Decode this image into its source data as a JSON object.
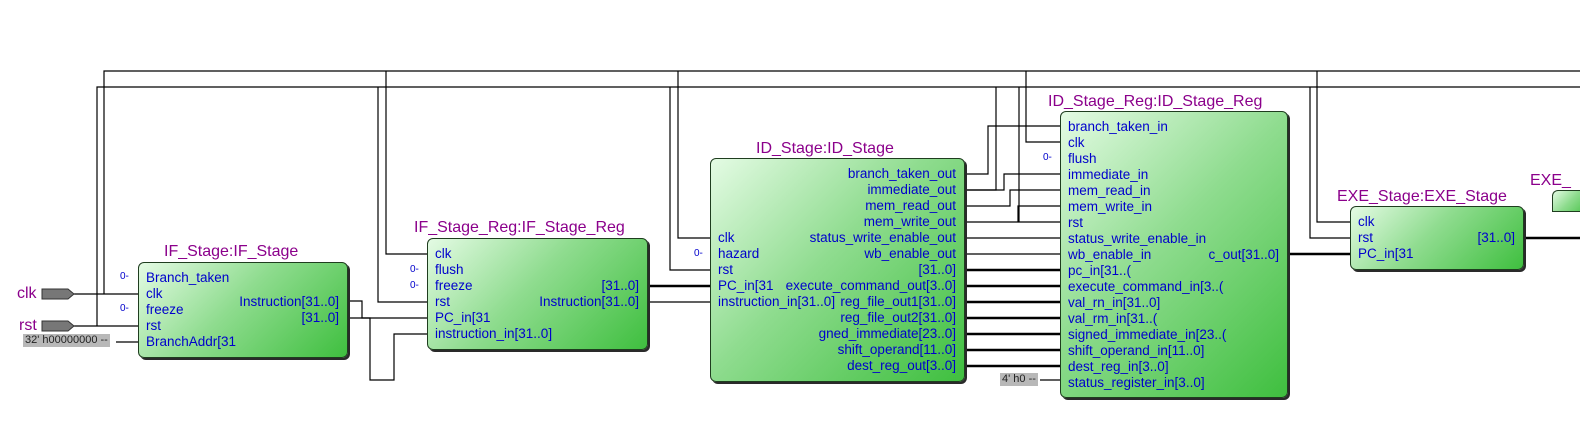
{
  "inputs": {
    "clk": "clk",
    "rst": "rst"
  },
  "constants": {
    "branch_addr": "32' h00000000 --",
    "status_reg": "4' h0 --"
  },
  "bus_tick": "0-",
  "blocks": {
    "if_stage": {
      "title": "IF_Stage:IF_Stage",
      "in": [
        "Branch_taken",
        "clk",
        "freeze",
        "rst",
        "BranchAddr[31"
      ],
      "out": [
        "Instruction[31..0]",
        "[31..0]"
      ]
    },
    "if_reg": {
      "title": "IF_Stage_Reg:IF_Stage_Reg",
      "in": [
        "clk",
        "flush",
        "freeze",
        "rst",
        "PC_in[31",
        "instruction_in[31..0]"
      ],
      "out": [
        "[31..0]",
        "Instruction[31..0]"
      ]
    },
    "id_stage": {
      "title": "ID_Stage:ID_Stage",
      "in": [
        "clk",
        "hazard",
        "rst",
        "PC_in[31",
        "instruction_in[31..0]"
      ],
      "out": [
        "branch_taken_out",
        "immediate_out",
        "mem_read_out",
        "mem_write_out",
        "status_write_enable_out",
        "wb_enable_out",
        "[31..0]",
        "execute_command_out[3..0]",
        "reg_file_out1[31..0]",
        "reg_file_out2[31..0]",
        "gned_immediate[23..0]",
        "shift_operand[11..0]",
        "dest_reg_out[3..0]"
      ]
    },
    "id_reg": {
      "title": "ID_Stage_Reg:ID_Stage_Reg",
      "in": [
        "branch_taken_in",
        "clk",
        "flush",
        "immediate_in",
        "mem_read_in",
        "mem_write_in",
        "rst",
        "status_write_enable_in",
        "wb_enable_in",
        "pc_in[31..(",
        "execute_command_in[3..(",
        "val_rn_in[31..0]",
        "val_rm_in[31..(",
        "signed_immediate_in[23..(",
        "shift_operand_in[11..0]",
        "dest_reg_in[3..0]",
        "status_register_in[3..0]"
      ],
      "out": [
        "c_out[31..0]"
      ]
    },
    "exe_stage": {
      "title": "EXE_Stage:EXE_Stage",
      "in": [
        "clk",
        "rst",
        "PC_in[31"
      ],
      "out": [
        "[31..0]"
      ]
    }
  },
  "partial_title": "EXE_"
}
